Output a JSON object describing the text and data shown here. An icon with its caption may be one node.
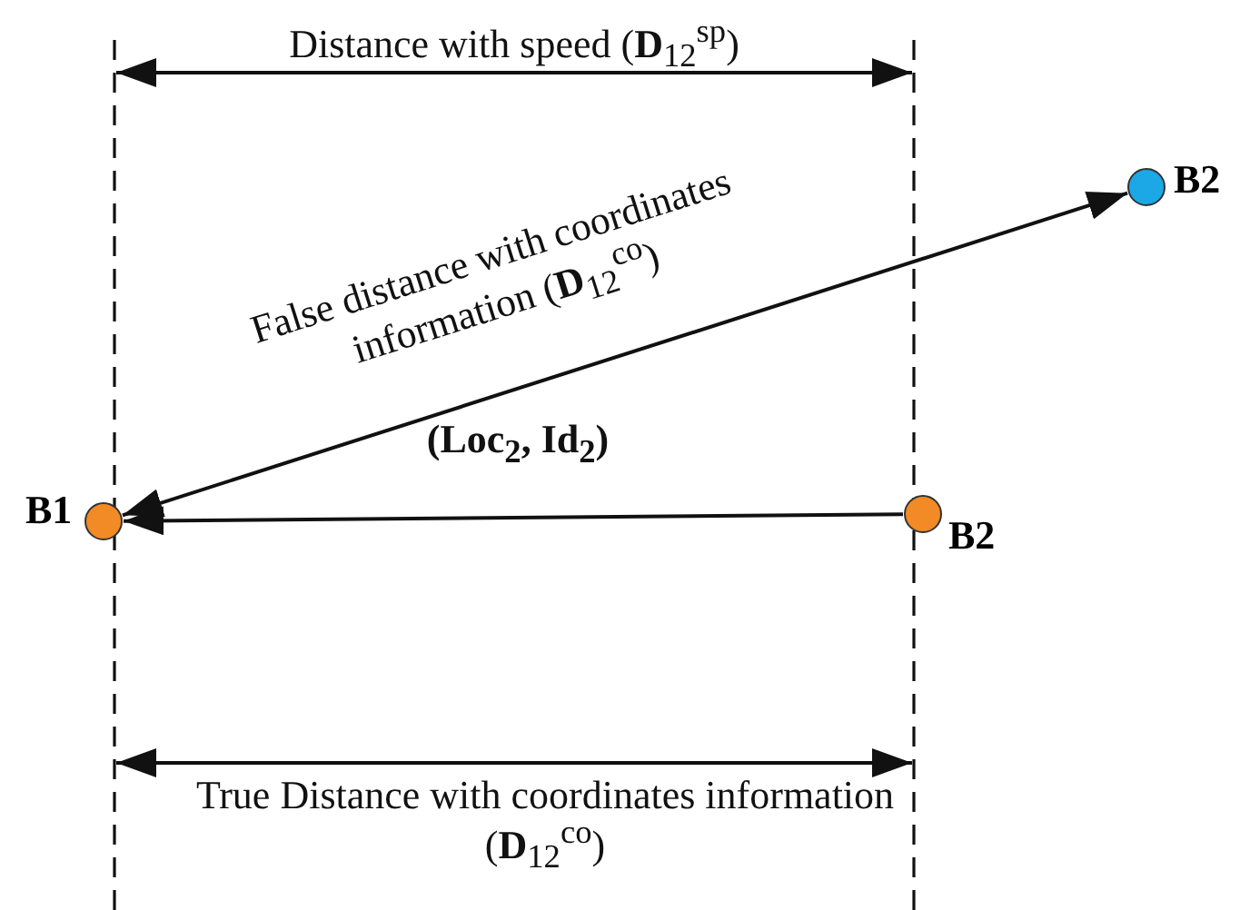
{
  "diagram": {
    "nodes": [
      {
        "text": [],
        "shape": "circle",
        "beside": [
          "B1"
        ]
      },
      {
        "text": [],
        "shape": "circle",
        "beside": [
          "B2"
        ]
      },
      {
        "text": [],
        "shape": "circle",
        "beside": [
          "B2"
        ]
      }
    ],
    "edges": [
      {
        "from": 1,
        "to": 0,
        "arrow": "to",
        "label": "(Loc$_{2}$, Id$_{2}$)"
      },
      {
        "from": 0,
        "to": 2,
        "arrow": "both",
        "label": "False distance with coordinates information (**D**$_{12}$$^{co}$)"
      }
    ],
    "labels": [
      "Distance with speed (**D**$_{12}$$^{sp}$)",
      "True Distance with coordinates information (**D**$_{12}$$^{co}$)"
    ]
  }
}
